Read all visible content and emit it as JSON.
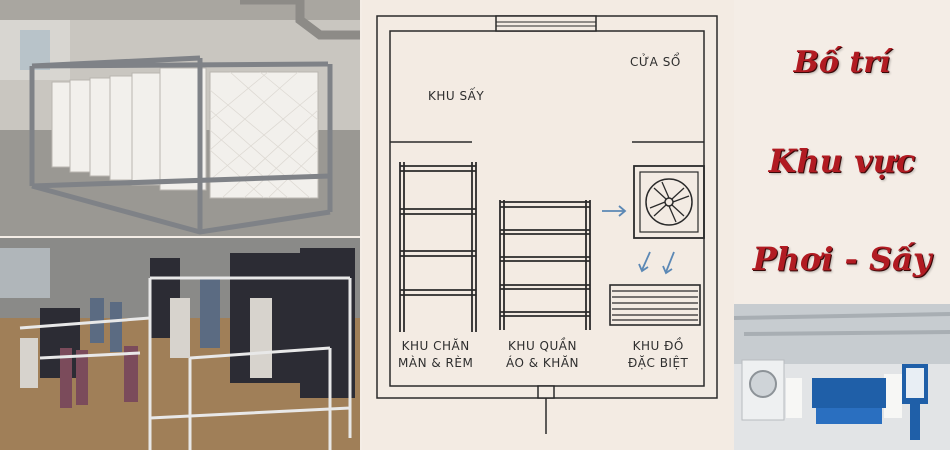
{
  "floorplan": {
    "window_label": "CỬA SỔ",
    "drying_area_label": "KHU SẤY",
    "zones": [
      {
        "line1": "KHU CHĂN",
        "line2": "MÀN & RÈM"
      },
      {
        "line1": "KHU QUẦN",
        "line2": "ÁO & KHĂN"
      },
      {
        "line1": "KHU ĐỒ",
        "line2": "ĐẶC BIỆT"
      }
    ],
    "colors": {
      "wall": "#2b2b2b",
      "arrow": "#5b88b5",
      "background": "#f3ebe3"
    }
  },
  "title": {
    "line1": "Bố trí",
    "line2": "Khu vực",
    "line3": "Phơi - Sấy",
    "color": "#b11b22"
  }
}
